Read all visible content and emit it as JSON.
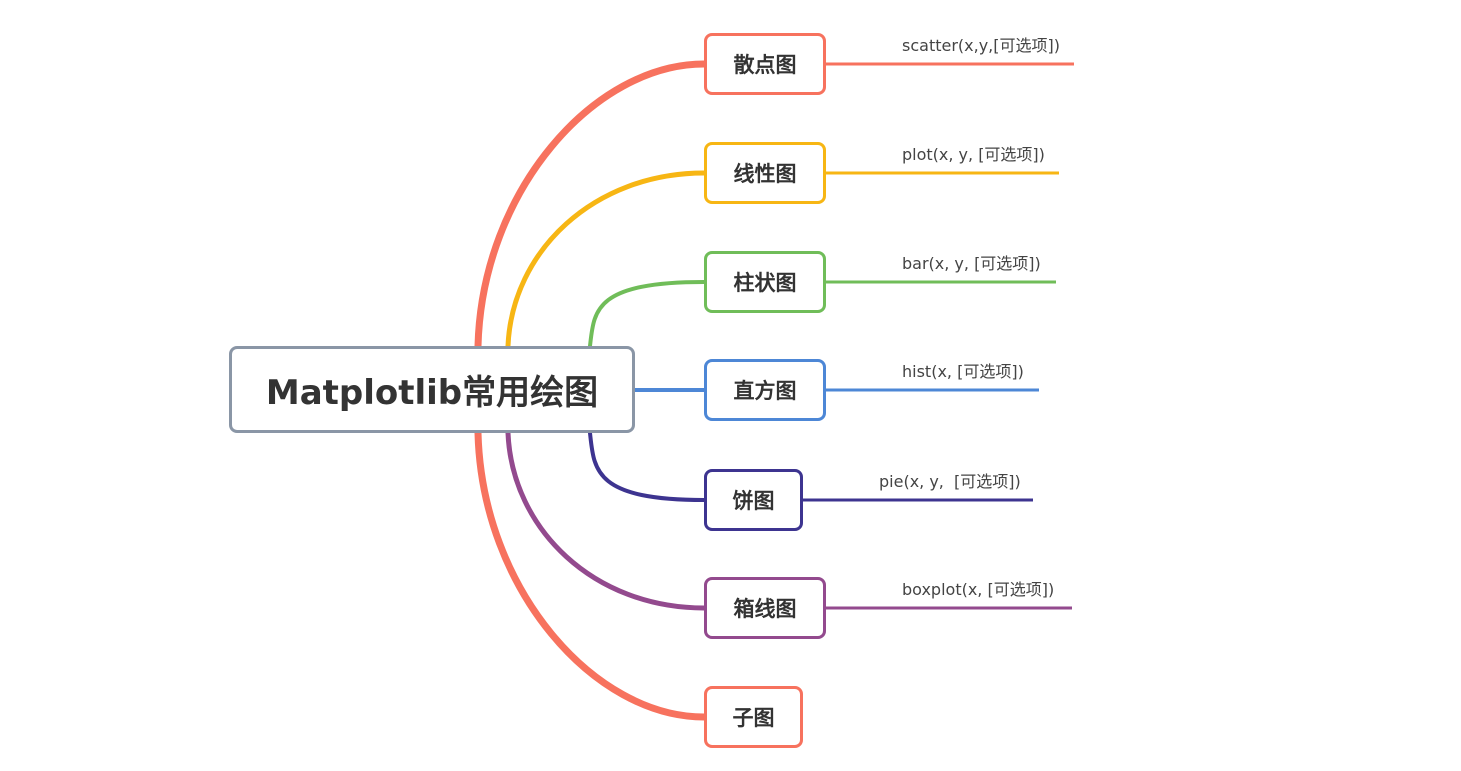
{
  "root": {
    "label": "Matplotlib常用绘图",
    "color": "#8a96a6"
  },
  "branches": [
    {
      "key": "scatter",
      "label": "散点图",
      "color": "#f7725e",
      "leaf": "scatter(x,y,[可选项])"
    },
    {
      "key": "line",
      "label": "线性图",
      "color": "#f7b614",
      "leaf": "plot(x, y, [可选项])"
    },
    {
      "key": "bar",
      "label": "柱状图",
      "color": "#70bd59",
      "leaf": "bar(x, y, [可选项])"
    },
    {
      "key": "hist",
      "label": "直方图",
      "color": "#4d87d6",
      "leaf": "hist(x, [可选项])"
    },
    {
      "key": "pie",
      "label": "饼图",
      "color": "#3d3490",
      "leaf": "pie(x, y,  [可选项])"
    },
    {
      "key": "box",
      "label": "箱线图",
      "color": "#934a8e",
      "leaf": "boxplot(x, [可选项])"
    },
    {
      "key": "subplot",
      "label": "子图",
      "color": "#f7725e",
      "leaf": null
    }
  ]
}
